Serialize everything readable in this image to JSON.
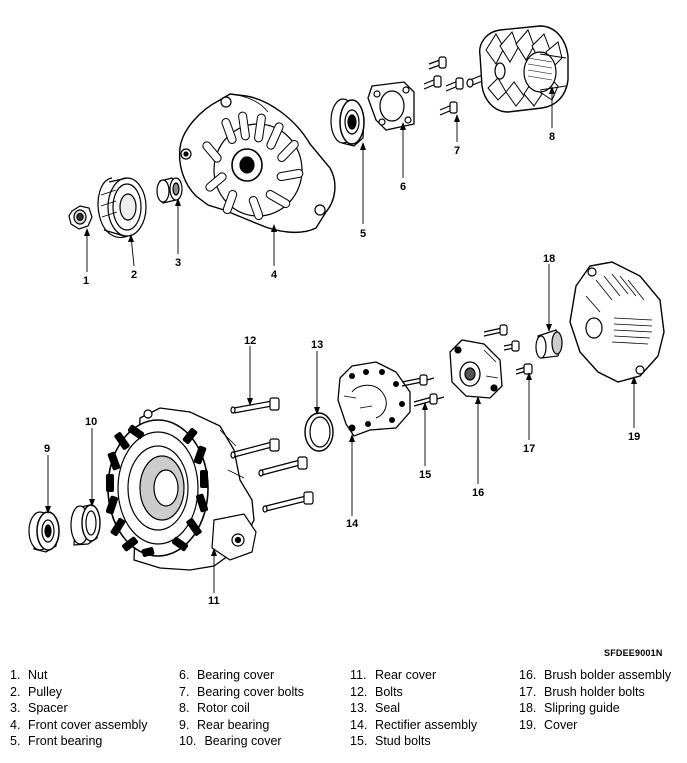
{
  "diagram_code": "SFDEE9001N",
  "callouts": [
    "1",
    "2",
    "3",
    "4",
    "5",
    "6",
    "7",
    "8",
    "9",
    "10",
    "11",
    "12",
    "13",
    "14",
    "15",
    "16",
    "17",
    "18",
    "19"
  ],
  "legend": [
    {
      "n": "1.",
      "t": "Nut"
    },
    {
      "n": "2.",
      "t": "Pulley"
    },
    {
      "n": "3.",
      "t": "Spacer"
    },
    {
      "n": "4.",
      "t": "Front cover assembly"
    },
    {
      "n": "5.",
      "t": "Front bearing"
    },
    {
      "n": "6.",
      "t": "Bearing cover"
    },
    {
      "n": "7.",
      "t": "Bearing cover  bolts"
    },
    {
      "n": "8.",
      "t": "Rotor coil"
    },
    {
      "n": "9.",
      "t": "Rear bearing"
    },
    {
      "n": "10.",
      "t": " Bearing cover"
    },
    {
      "n": "11.",
      "t": "Rear cover"
    },
    {
      "n": "12.",
      "t": "Bolts"
    },
    {
      "n": "13.",
      "t": "Seal"
    },
    {
      "n": "14.",
      "t": "Rectifier assembly"
    },
    {
      "n": "15.",
      "t": "Stud bolts"
    },
    {
      "n": "16.",
      "t": "Brush bolder assembly"
    },
    {
      "n": "17.",
      "t": "Brush holder bolts"
    },
    {
      "n": "18.",
      "t": "Slipring guide"
    },
    {
      "n": "19.",
      "t": "Cover"
    }
  ]
}
